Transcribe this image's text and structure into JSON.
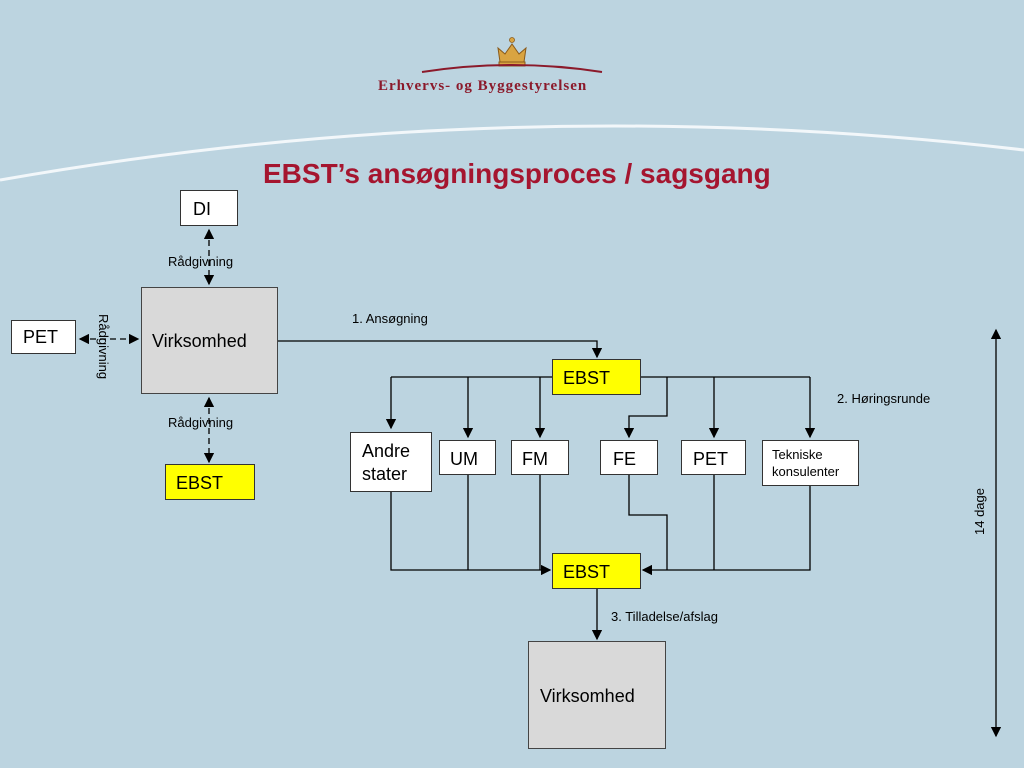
{
  "header": {
    "organization": "Erhvervs- og Byggestyrelsen",
    "title": "EBST’s ansøgningsproces / sagsgang"
  },
  "nodes": {
    "di": "DI",
    "pet_left": "PET",
    "virksomhed_top": "Virksomhed",
    "ebst_left": "EBST",
    "ebst_hub": "EBST",
    "andre_stater_line1": "Andre",
    "andre_stater_line2": "stater",
    "um": "UM",
    "fm": "FM",
    "fe": "FE",
    "pet": "PET",
    "tekniske_line1": "Tekniske",
    "tekniske_line2": "konsulenter",
    "ebst_result": "EBST",
    "virksomhed_bottom": "Virksomhed"
  },
  "edge_labels": {
    "raadgivning_top": "Rådgivning",
    "raadgivning_side": "Rådgivning",
    "raadgivning_bottom": "Rådgivning",
    "step1": "1. Ansøgning",
    "step2": "2. Høringsrunde",
    "step3": "3. Tilladelse/afslag",
    "duration": "14 dage"
  },
  "colors": {
    "background": "#bcd4e0",
    "title": "#a5152f",
    "ebst_box": "#ffff00",
    "company_box": "#d9d9d9"
  }
}
